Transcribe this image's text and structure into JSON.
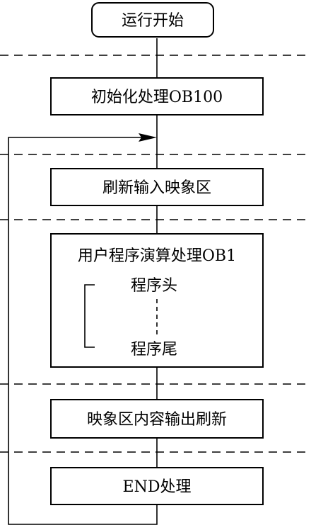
{
  "diagram": {
    "start": "运行开始",
    "init": "初始化处理OB100",
    "refresh_input": "刷新输入映象区",
    "user_program": "用户程序演算处理OB1",
    "program_head": "程序头",
    "program_tail": "程序尾",
    "output_refresh": "映象区内容输出刷新",
    "end_process": "END处理"
  }
}
